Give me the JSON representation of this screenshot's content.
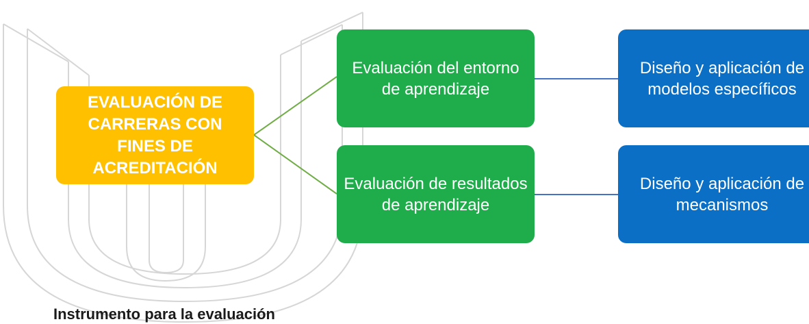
{
  "root": {
    "label": "EVALUACIÓN DE CARRERAS CON FINES DE ACREDITACIÓN"
  },
  "middle": [
    {
      "label": "Evaluación del entorno de aprendizaje"
    },
    {
      "label": "Evaluación de resultados de aprendizaje"
    }
  ],
  "right": [
    {
      "label": "Diseño y aplicación de modelos específicos"
    },
    {
      "label": "Diseño y aplicación de mecanismos"
    }
  ],
  "caption": "Instrumento para la evaluación",
  "colors": {
    "root": "#ffc000",
    "middle": "#1fad4b",
    "right": "#0b6fc6",
    "connector_green": "#70ad47",
    "connector_blue": "#4472c4",
    "watermark": "#d6d6d6"
  },
  "icons": {
    "watermark": "university-logo-watermark"
  }
}
